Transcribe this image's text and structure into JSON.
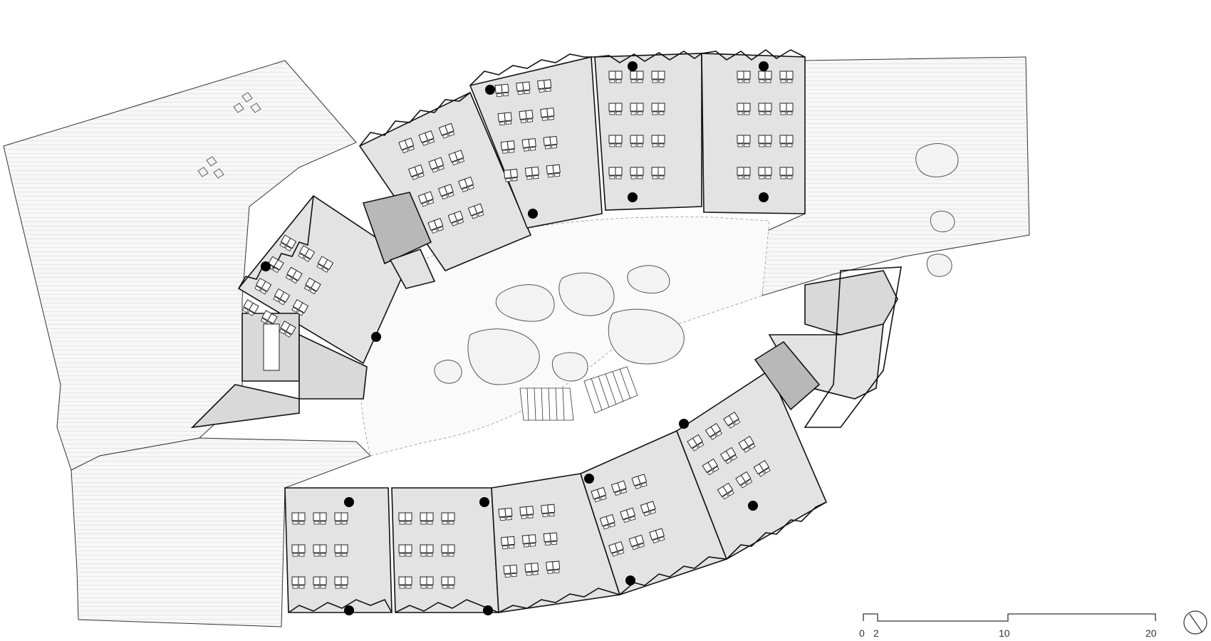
{
  "drawing": {
    "classrooms_count": 10,
    "colors": {
      "paper": "#ffffff",
      "deck": "#f7f7f7",
      "deck_lines": "#e6e6e6",
      "room_fill": "#e3e3e3",
      "service_fill": "#d9d9d9",
      "stair_fill": "#b8b8b8",
      "ink": "#111111",
      "furniture": "#ffffff"
    }
  },
  "scale_bar": {
    "ticks": [
      "0",
      "2",
      "10",
      "20"
    ]
  },
  "icons": {
    "north_arrow": "north-arrow-icon"
  }
}
